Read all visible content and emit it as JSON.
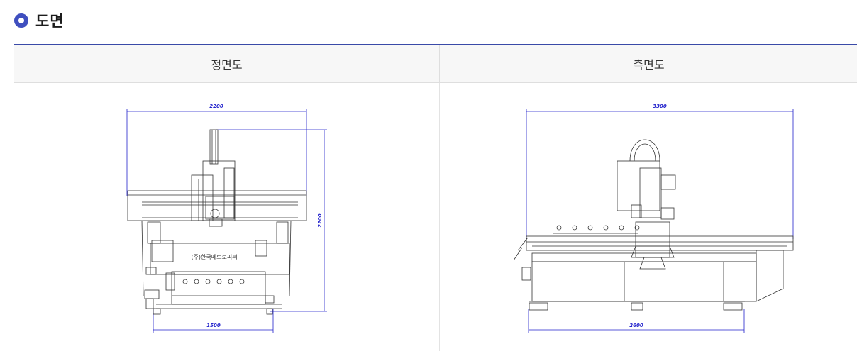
{
  "section": {
    "title": "도면"
  },
  "table": {
    "headers": [
      "정면도",
      "측면도"
    ]
  },
  "front_view": {
    "dim_width": "2200",
    "dim_height": "2200",
    "dim_base": "1500",
    "panel_text": "(주)한국메트로피씨"
  },
  "side_view": {
    "dim_width": "3300",
    "dim_base": "2600"
  },
  "colors": {
    "accent": "#3f4fbf",
    "dimension_line": "#2222cc",
    "header_bg": "#f7f7f7"
  }
}
